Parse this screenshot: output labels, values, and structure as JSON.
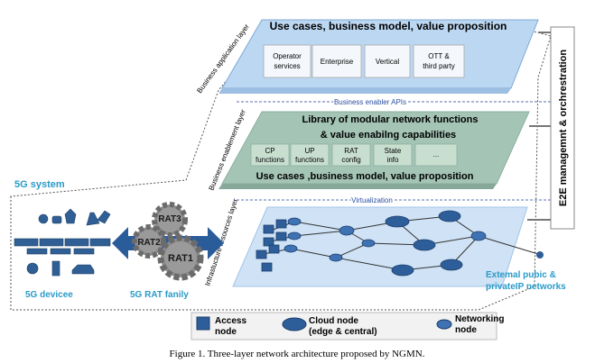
{
  "layers": {
    "business_application": {
      "side_label": "Business application layer",
      "title": "Use cases, business model, value proposition",
      "boxes": [
        {
          "line1": "Operator",
          "line2": "services"
        },
        {
          "line1": "Enterprise",
          "line2": ""
        },
        {
          "line1": "Vertical",
          "line2": ""
        },
        {
          "line1": "OTT &",
          "line2": "third party"
        }
      ]
    },
    "business_enabler_apis": "Business enabler APIs",
    "business_enablement": {
      "side_label": "Business enablement layer",
      "title_line1": "Library of modular network functions",
      "title_line2": "& value enabilng capabilities",
      "functions": [
        {
          "line1": "CP",
          "line2": "functions"
        },
        {
          "line1": "UP",
          "line2": "functions"
        },
        {
          "line1": "RAT",
          "line2": "config"
        },
        {
          "line1": "State",
          "line2": "info"
        },
        {
          "line1": "...",
          "line2": ""
        }
      ],
      "bottom_title": "Use cases ,business model, value proposition"
    },
    "virtualization": "Virtualization",
    "infrastructure": {
      "side_label": "Infrastucture resources layer"
    }
  },
  "orchestration_label": "E2E managemnt & orchrestration",
  "system_label": "5G system",
  "devices_label": "5G devicee",
  "rat": {
    "family_label": "5G RAT fanily",
    "gears": [
      "RAT3",
      "RAT2",
      "RAT1"
    ]
  },
  "external_networks": {
    "line1": "Extemal pubic &",
    "line2": "privateIP networks"
  },
  "legend": [
    {
      "line1": "Access",
      "line2": "node"
    },
    {
      "line1": "Cloud node",
      "line2": "(edge & central)"
    },
    {
      "line1": "Networking",
      "line2": "node"
    }
  ],
  "caption": "Figure 1. Three-layer network architecture proposed by NGMN.",
  "colors": {
    "app_layer": "#bcd7f1",
    "enablement_layer": "#a4c4b6",
    "infra_layer": "#cfe2f6",
    "node_blue": "#2e5e99",
    "system_text": "#2a9ac9",
    "gear": "#8c8c8c",
    "arrow": "#2b5c9a"
  }
}
